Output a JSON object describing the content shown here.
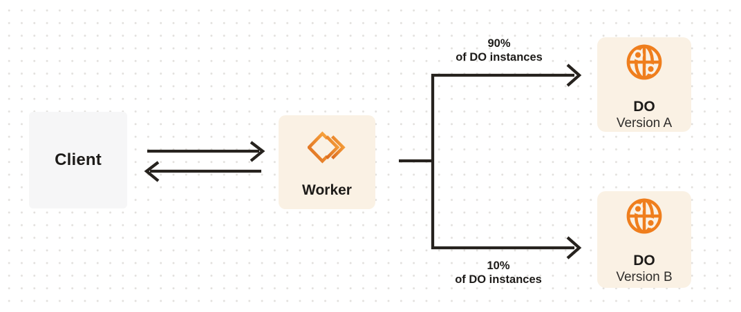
{
  "diagram": {
    "client": {
      "label": "Client"
    },
    "worker": {
      "label": "Worker",
      "icon": "cloudflare-workers-icon"
    },
    "branches": {
      "top": {
        "percent": "90%",
        "caption": "of DO instances"
      },
      "bottom": {
        "percent": "10%",
        "caption": "of DO instances"
      }
    },
    "do_a": {
      "title": "DO",
      "subtitle": "Version A",
      "icon": "globe-icon"
    },
    "do_b": {
      "title": "DO",
      "subtitle": "Version B",
      "icon": "globe-icon"
    }
  },
  "colors": {
    "background": "#FFFFFF",
    "dot_grid": "#E2E0DD",
    "client_box": "#F6F6F7",
    "cream_box": "#FAF1E4",
    "brand_orange": "#EF7E1D",
    "orange_gradient_start": "#DC6B1E",
    "orange_gradient_end": "#F9A63E",
    "line_dark": "#26221E",
    "text_dark": "#1D1B19"
  }
}
